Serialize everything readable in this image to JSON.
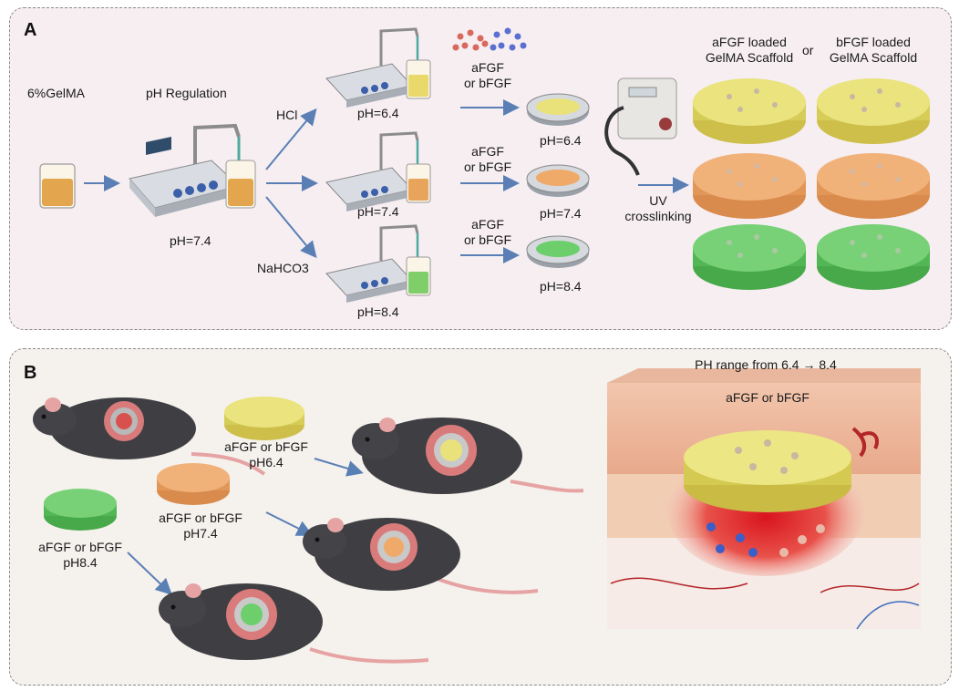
{
  "panel_a": {
    "letter": "A",
    "gelma_label": "6%GelMA",
    "ph_regulation_label": "pH Regulation",
    "start_ph": "pH=7.4",
    "hcl_label": "HCl",
    "nahco3_label": "NaHCO3",
    "meter_ph": [
      "pH=6.4",
      "pH=7.4",
      "pH=8.4"
    ],
    "growth_factor_label": "aFGF\nor bFGF",
    "dish_ph": [
      "pH=6.4",
      "pH=7.4",
      "pH=8.4"
    ],
    "uv_label": "UV\ncrosslinking",
    "afgf_scaffold_label": "aFGF loaded\nGelMA Scaffold",
    "or_label": "or",
    "bfgf_scaffold_label": "bFGF loaded\nGelMA Scaffold"
  },
  "panel_b": {
    "letter": "B",
    "scaffold_labels": [
      {
        "name": "aFGF or bFGF",
        "ph": "pH6.4"
      },
      {
        "name": "aFGF or bFGF",
        "ph": "pH7.4"
      },
      {
        "name": "aFGF or bFGF",
        "ph": "pH8.4"
      }
    ],
    "ph_range_label": "PH range from 6.4 → 8.4",
    "wound_scaffold_label": "aFGF or bFGF"
  },
  "colors": {
    "yellow": "#e9e27a",
    "orange": "#efaa6a",
    "green": "#6ccf6c",
    "arrow": "#5a7fb5",
    "rat_body": "#3f3f43",
    "tail": "#e6a3a3"
  }
}
